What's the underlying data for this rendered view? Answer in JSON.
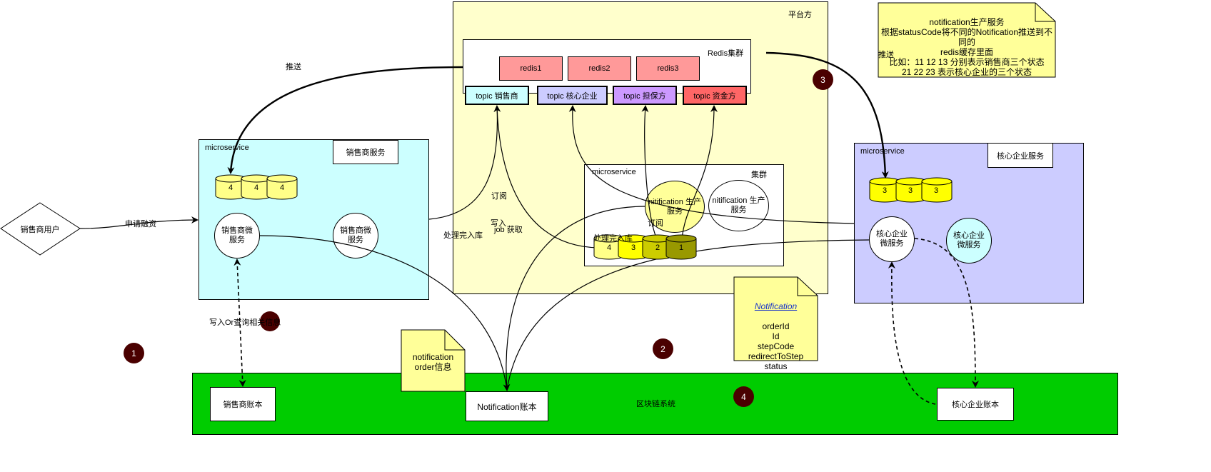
{
  "platform": {
    "label": "平台方"
  },
  "redis": {
    "label": "Redis集群",
    "nodes": [
      "redis1",
      "redis2",
      "redis3"
    ],
    "topics": [
      "topic 销售商",
      "topic 核心企业",
      "topic 担保方",
      "topic 资金方"
    ]
  },
  "dealer_service": {
    "microservice_label": "microservice",
    "title": "销售商服务",
    "cache": [
      "4",
      "4",
      "4"
    ],
    "node1": "销售商微服务",
    "node2": "销售商微服务"
  },
  "notification_cluster": {
    "microservice_label": "microservice",
    "cluster_label": "集群",
    "node1": "nitification 生产服务",
    "node2": "nitification 生产服务",
    "queue": [
      "4",
      "3",
      "2",
      "1"
    ],
    "label_process": "处理完入库",
    "label_subscribe": "订阅"
  },
  "core_service": {
    "microservice_label": "microservice",
    "title": "核心企业服务",
    "cache": [
      "3",
      "3",
      "3"
    ],
    "node1": "核心企业微服务",
    "node2": "核心企业微服务"
  },
  "user": {
    "label": "销售商用户"
  },
  "edges": {
    "apply": "申请融资",
    "push_left": "推送",
    "push_right": "推送",
    "subscribe": "订阅",
    "write": "写入",
    "job_fetch": "job 获取",
    "processed": "处理完入库",
    "write_query": "写入Or查询相关信息"
  },
  "notes": {
    "top_right": "notification生产服务\n根据statusCode将不同的Notification推送到不同的\nredis缓存里面\n比如：11 12 13 分别表示销售商三个状态\n21 22 23 表示核心企业的三个状态",
    "notif_title": "Notification",
    "notif_fields": "orderId\nId\nstepCode\nredirectToStep\nstatus",
    "order_info": "notification\norder信息"
  },
  "blockchain": {
    "label": "区块链系统",
    "dealer_account": "销售商账本",
    "notification_account": "Notification账本",
    "core_account": "核心企业账本"
  },
  "markers": [
    "1",
    "2",
    "3",
    "4"
  ],
  "colors": {
    "platform_bg": "#ffffcc",
    "dealer_bg": "#ccffff",
    "core_bg": "#ccccff",
    "blockchain_bg": "#00cc00",
    "redis_node": "#ff9999",
    "topic_dealer": "#ccffff",
    "topic_core": "#ccccff",
    "topic_guarantor": "#cc99ff",
    "topic_funder": "#ff6666",
    "cylinder_light": "#ffff88",
    "cylinder_yellow": "#ffff00",
    "cylinder_olive": "#cccc00",
    "cylinder_dark": "#999900",
    "marker": "#4a0000"
  }
}
